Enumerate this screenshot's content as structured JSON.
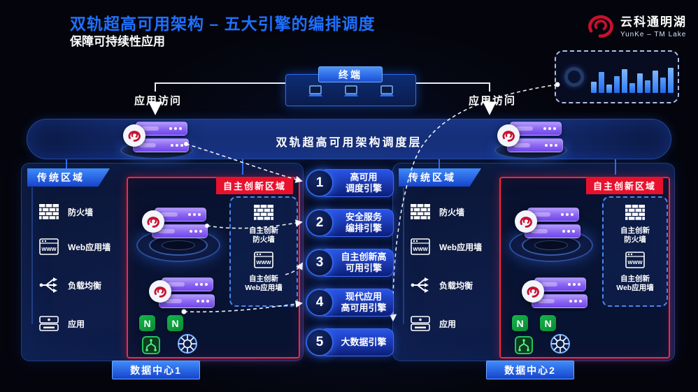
{
  "header": {
    "title": "双轨超高可用架构 – 五大引擎的编排调度",
    "subtitle": "保障可持续性应用"
  },
  "logo": {
    "cn": "云科通明湖",
    "en": "YunKe – TM Lake"
  },
  "terminal": {
    "label": "终端"
  },
  "labels": {
    "access_left": "应用访问",
    "access_right": "应用访问",
    "scheduling_layer": "双轨超高可用架构调度层"
  },
  "engines": [
    {
      "num": "1",
      "line1": "高可用",
      "line2": "调度引擎"
    },
    {
      "num": "2",
      "line1": "安全服务",
      "line2": "编排引擎"
    },
    {
      "num": "3",
      "line1": "自主创新高",
      "line2": "可用引擎"
    },
    {
      "num": "4",
      "line1": "现代应用",
      "line2": "高可用引擎"
    },
    {
      "num": "5",
      "line1": "大数据引擎",
      "line2": ""
    }
  ],
  "datacenters": [
    {
      "zone_traditional": "传统区域",
      "zone_innovation": "自主创新区域",
      "traditional_items": [
        {
          "icon": "firewall-icon",
          "label": "防火墙"
        },
        {
          "icon": "web-app-wall-icon",
          "label": "Web应用墙"
        },
        {
          "icon": "load-balancer-icon",
          "label": "负载均衡"
        },
        {
          "icon": "application-icon",
          "label": "应用"
        }
      ],
      "innovation_items": [
        {
          "icon": "firewall-icon",
          "line1": "自主创新",
          "line2": "防火墙"
        },
        {
          "icon": "web-app-wall-icon",
          "line1": "自主创新",
          "line2": "Web应用墙"
        }
      ],
      "footer": "数据中心1"
    },
    {
      "zone_traditional": "传统区域",
      "zone_innovation": "自主创新区域",
      "traditional_items": [
        {
          "icon": "firewall-icon",
          "label": "防火墙"
        },
        {
          "icon": "web-app-wall-icon",
          "label": "Web应用墙"
        },
        {
          "icon": "load-balancer-icon",
          "label": "负载均衡"
        },
        {
          "icon": "application-icon",
          "label": "应用"
        }
      ],
      "innovation_items": [
        {
          "icon": "firewall-icon",
          "line1": "自主创新",
          "line2": "防火墙"
        },
        {
          "icon": "web-app-wall-icon",
          "line1": "自主创新",
          "line2": "Web应用墙"
        }
      ],
      "footer": "数据中心2"
    }
  ],
  "icons": {
    "nginx_letter": "N",
    "www_text": "WWW"
  },
  "monitor": {
    "bars": [
      16,
      30,
      12,
      24,
      34,
      14,
      28,
      18,
      32,
      22,
      36
    ]
  },
  "colors": {
    "title_blue": "#2070ff",
    "engine_blue": "#2a55e8",
    "innovation_red": "#e8112d",
    "bar_blue": "#2e7cf6",
    "nginx_green": "#0d9a3e",
    "server_purple": "#8a63f2"
  }
}
